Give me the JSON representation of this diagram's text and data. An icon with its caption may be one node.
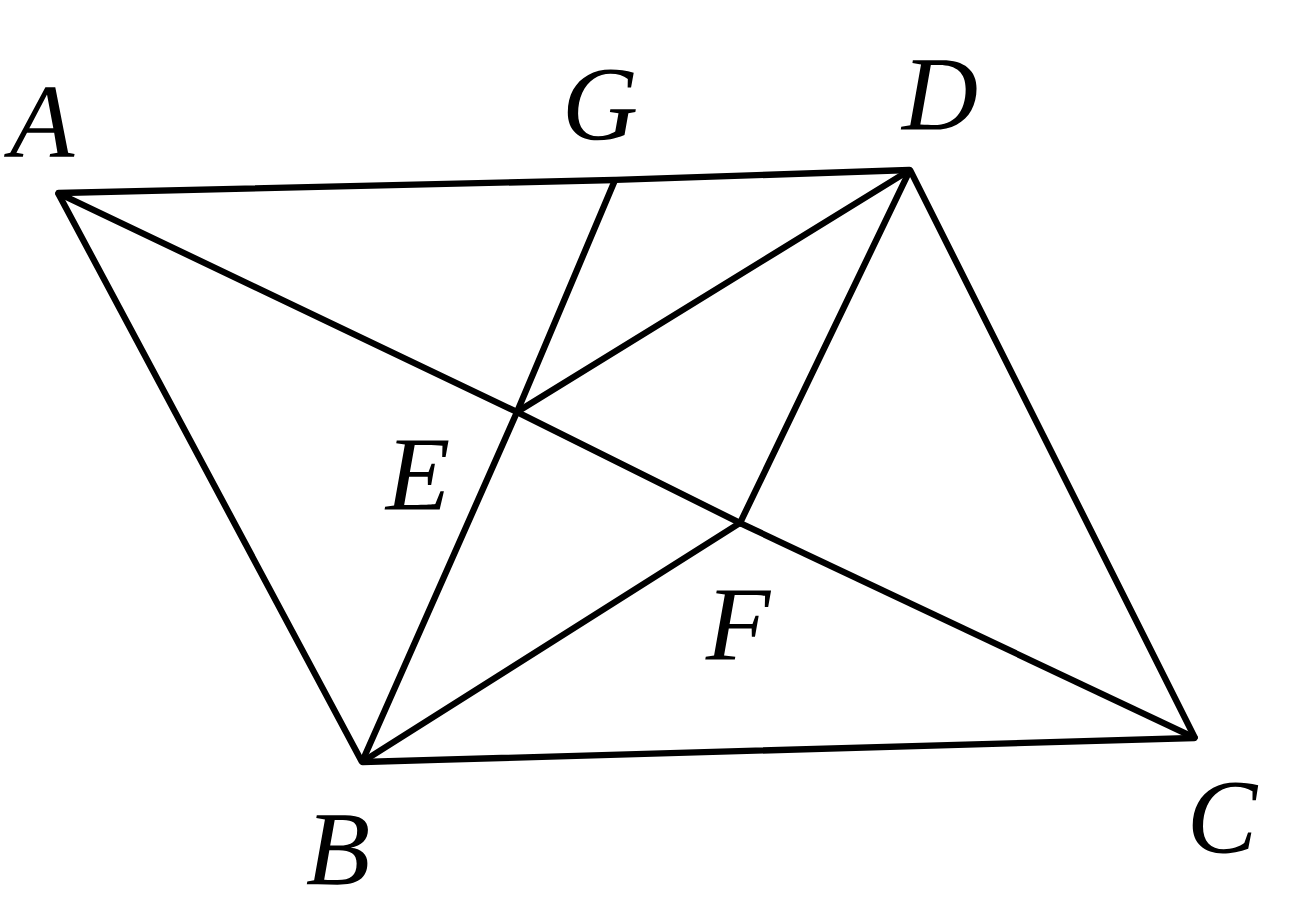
{
  "diagram": {
    "nodes": [
      {
        "text": [
          "A"
        ]
      },
      {
        "text": [
          "G"
        ]
      },
      {
        "text": [
          "D"
        ]
      },
      {
        "text": [
          "E"
        ]
      },
      {
        "text": [
          "F"
        ]
      },
      {
        "text": [
          "B"
        ]
      },
      {
        "text": [
          "C"
        ]
      }
    ],
    "edges": [
      {
        "from": 0,
        "to": 1,
        "arrow": "none"
      },
      {
        "from": 1,
        "to": 2,
        "arrow": "none"
      },
      {
        "from": 0,
        "to": 5,
        "arrow": "none"
      },
      {
        "from": 5,
        "to": 6,
        "arrow": "none"
      },
      {
        "from": 2,
        "to": 6,
        "arrow": "none"
      },
      {
        "from": 0,
        "to": 3,
        "arrow": "none"
      },
      {
        "from": 3,
        "to": 4,
        "arrow": "none"
      },
      {
        "from": 4,
        "to": 6,
        "arrow": "none"
      },
      {
        "from": 5,
        "to": 3,
        "arrow": "none"
      },
      {
        "from": 3,
        "to": 1,
        "arrow": "none"
      },
      {
        "from": 5,
        "to": 4,
        "arrow": "none"
      },
      {
        "from": 4,
        "to": 2,
        "arrow": "none"
      },
      {
        "from": 3,
        "to": 2,
        "arrow": "none"
      }
    ]
  }
}
